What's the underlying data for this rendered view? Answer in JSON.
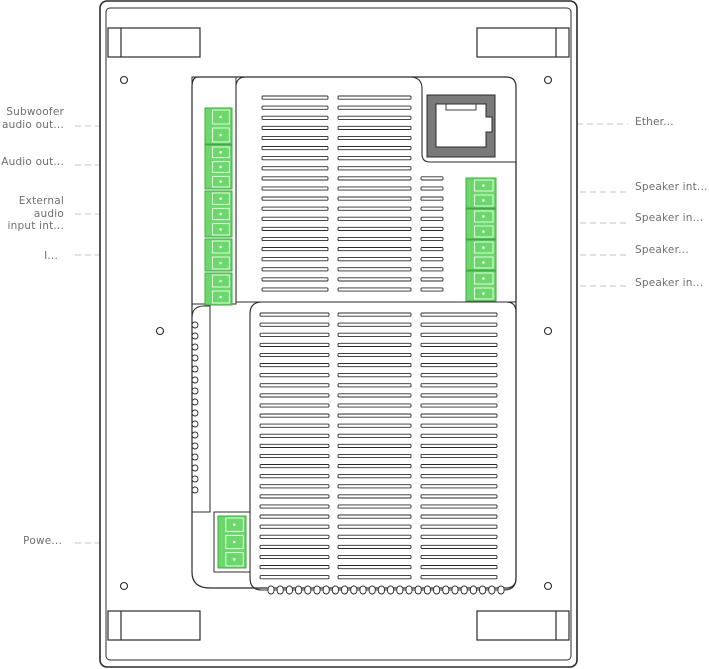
{
  "colors": {
    "outline": "#2b2b2b",
    "connector_fill": "#6cd86c",
    "connector_dark": "#3faa3f",
    "ethernet_fill": "#7a7a7a",
    "leader_line": "#cfcfcf",
    "label_text": "#6e6e6e"
  },
  "labels": {
    "subwoofer": "Subwoofer\naudio out...",
    "audio_out": "Audio out...",
    "external_audio": "External\naudio\ninput int...",
    "i": "I...",
    "power": "Powe...",
    "ethernet": "Ether...",
    "speaker_1": "Speaker int...",
    "speaker_2": "Speaker in...",
    "speaker_3": "Speaker...",
    "speaker_4": "Speaker in..."
  }
}
